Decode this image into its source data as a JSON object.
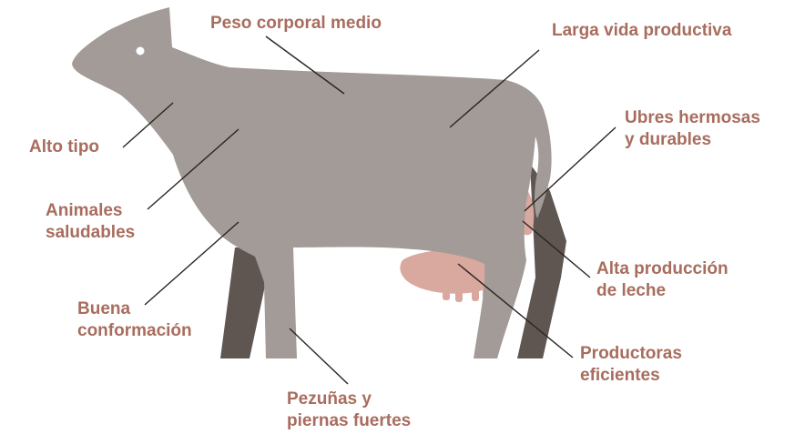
{
  "colors": {
    "body": "#a29b97",
    "far_legs": "#5f5652",
    "udder": "#d9a89f",
    "text": "#a86d5e",
    "leader_line": "#2b2522",
    "eye": "#ffffff"
  },
  "labels": {
    "peso": {
      "lines": [
        "Peso corporal medio"
      ]
    },
    "larga": {
      "lines": [
        "Larga vida productiva"
      ]
    },
    "alto_tipo": {
      "lines": [
        "Alto tipo"
      ]
    },
    "ubres": {
      "lines": [
        "Ubres hermosas",
        "y durables"
      ]
    },
    "animales": {
      "lines": [
        "Animales",
        "saludables"
      ]
    },
    "alta_produccion": {
      "lines": [
        "Alta producción",
        "de leche"
      ]
    },
    "buena": {
      "lines": [
        "Buena",
        "conformación"
      ]
    },
    "productoras": {
      "lines": [
        "Productoras",
        "eficientes"
      ]
    },
    "pezunas": {
      "lines": [
        "Pezuñas y",
        "piernas fuertes"
      ]
    }
  }
}
